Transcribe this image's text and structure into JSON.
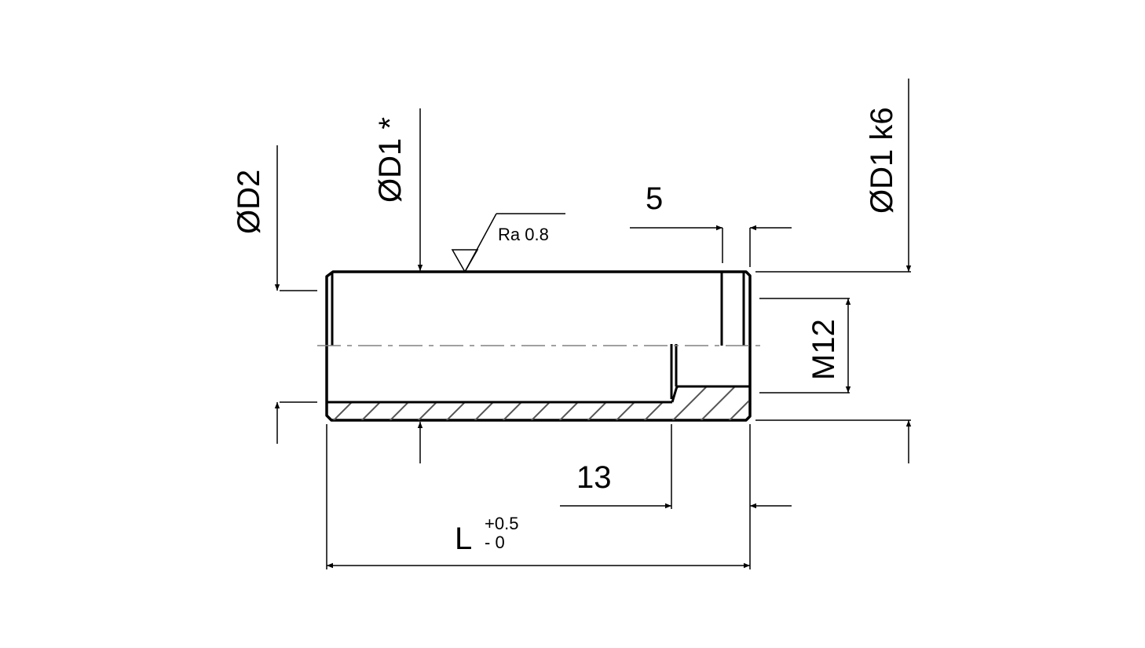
{
  "labels": {
    "d2": "ØD2",
    "d1_star": "ØD1 *",
    "d1_k6": "ØD1 k6",
    "roughness": "Ra 0.8",
    "dim_5": "5",
    "thread": "M12",
    "dim_13": "13",
    "length": "L",
    "tol_upper": "+0.5",
    "tol_lower": "- 0"
  },
  "colors": {
    "line": "#000000",
    "centerline": "#808080",
    "background": "#ffffff"
  }
}
